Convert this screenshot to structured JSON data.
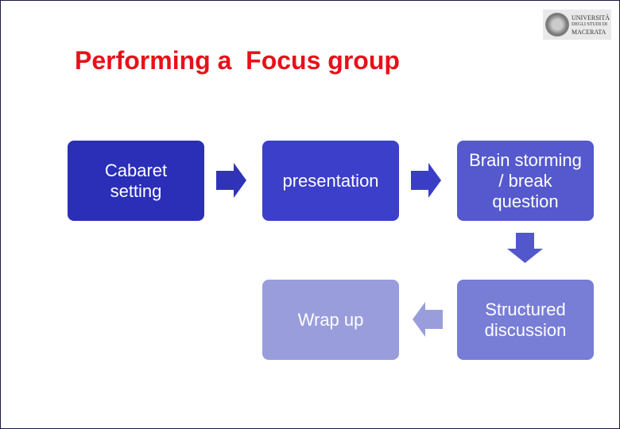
{
  "title": "Performing a  Focus group",
  "logo": {
    "lines": [
      "UNIVERSITÀ",
      "DEGLI STUDI DI",
      "MACERATA"
    ]
  },
  "steps": [
    {
      "label": "Cabaret\nsetting",
      "color": "#2b2eb6"
    },
    {
      "label": "presentation",
      "color": "#3b3fc9"
    },
    {
      "label": "Brain storming\n/ break\nquestion",
      "color": "#5559cd"
    },
    {
      "label": "Structured\ndiscussion",
      "color": "#787dd6"
    },
    {
      "label": "Wrap up",
      "color": "#9a9ddc"
    }
  ],
  "arrow_colors": [
    "#3033b8",
    "#3a3ec6",
    "#5257cb",
    "#9a9ddc"
  ]
}
